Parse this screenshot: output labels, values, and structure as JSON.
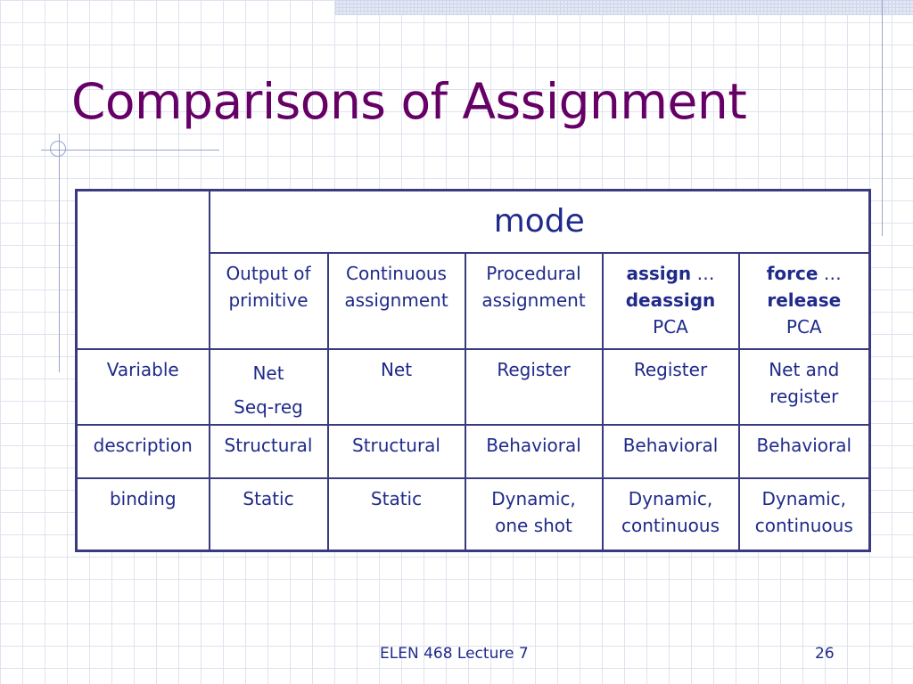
{
  "slide": {
    "title": "Comparisons of Assignment",
    "footer": "ELEN 468 Lecture 7",
    "page_number": "26"
  },
  "table": {
    "group_header": "mode",
    "headers": {
      "primitive": {
        "line1": "Output of",
        "line2": "primitive"
      },
      "continuous": {
        "line1": "Continuous",
        "line2": "assignment"
      },
      "procedural": {
        "line1": "Procedural",
        "line2": "assignment"
      },
      "assign": {
        "kw1": "assign",
        "ellipsis": "…",
        "kw2": "deassign",
        "line3": "PCA"
      },
      "force": {
        "kw1": "force",
        "ellipsis": "…",
        "kw2": "release",
        "line3": "PCA"
      }
    },
    "rows": [
      {
        "label": "Variable",
        "cells": [
          {
            "line1": "Net",
            "line2": "Seq-reg"
          },
          {
            "line1": "Net",
            "line2": ""
          },
          {
            "line1": "Register",
            "line2": ""
          },
          {
            "line1": "Register",
            "line2": ""
          },
          {
            "line1": "Net and",
            "line2": "register"
          }
        ]
      },
      {
        "label": "description",
        "cells": [
          {
            "line1": "Structural",
            "line2": ""
          },
          {
            "line1": "Structural",
            "line2": ""
          },
          {
            "line1": "Behavioral",
            "line2": ""
          },
          {
            "line1": "Behavioral",
            "line2": ""
          },
          {
            "line1": "Behavioral",
            "line2": ""
          }
        ]
      },
      {
        "label": "binding",
        "cells": [
          {
            "line1": "Static",
            "line2": ""
          },
          {
            "line1": "Static",
            "line2": ""
          },
          {
            "line1": "Dynamic,",
            "line2": "one shot"
          },
          {
            "line1": "Dynamic,",
            "line2": "continuous"
          },
          {
            "line1": "Dynamic,",
            "line2": "continuous"
          }
        ]
      }
    ]
  },
  "colors": {
    "title": "#660066",
    "text": "#1f2a8a",
    "border": "#3a3a80"
  }
}
